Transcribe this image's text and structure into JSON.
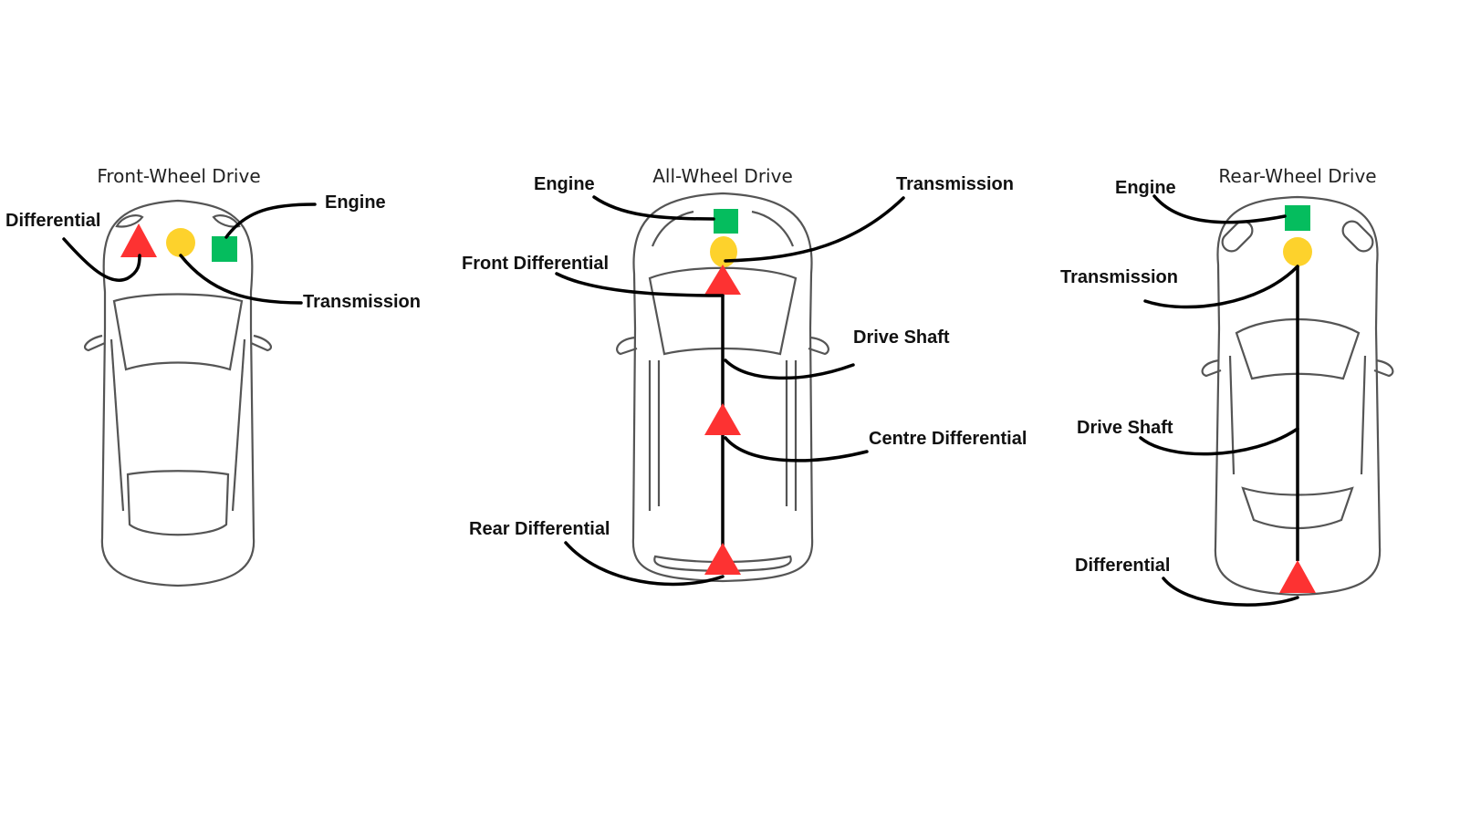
{
  "colors": {
    "engine": "#05bd5e",
    "transmission": "#fdd22c",
    "differential": "#fd3232",
    "leader": "#000000"
  },
  "icons": {
    "engine": "green-square",
    "transmission": "yellow-circle",
    "differential": "red-triangle"
  },
  "panels": [
    {
      "title": "Front-Wheel Drive",
      "labels": {
        "differential": "Differential",
        "engine": "Engine",
        "transmission": "Transmission"
      }
    },
    {
      "title": "All-Wheel Drive",
      "labels": {
        "engine": "Engine",
        "transmission": "Transmission",
        "front_differential": "Front Differential",
        "drive_shaft": "Drive Shaft",
        "centre_differential": "Centre Differential",
        "rear_differential": "Rear Differential"
      }
    },
    {
      "title": "Rear-Wheel Drive",
      "labels": {
        "engine": "Engine",
        "transmission": "Transmission",
        "drive_shaft": "Drive Shaft",
        "differential": "Differential"
      }
    }
  ]
}
